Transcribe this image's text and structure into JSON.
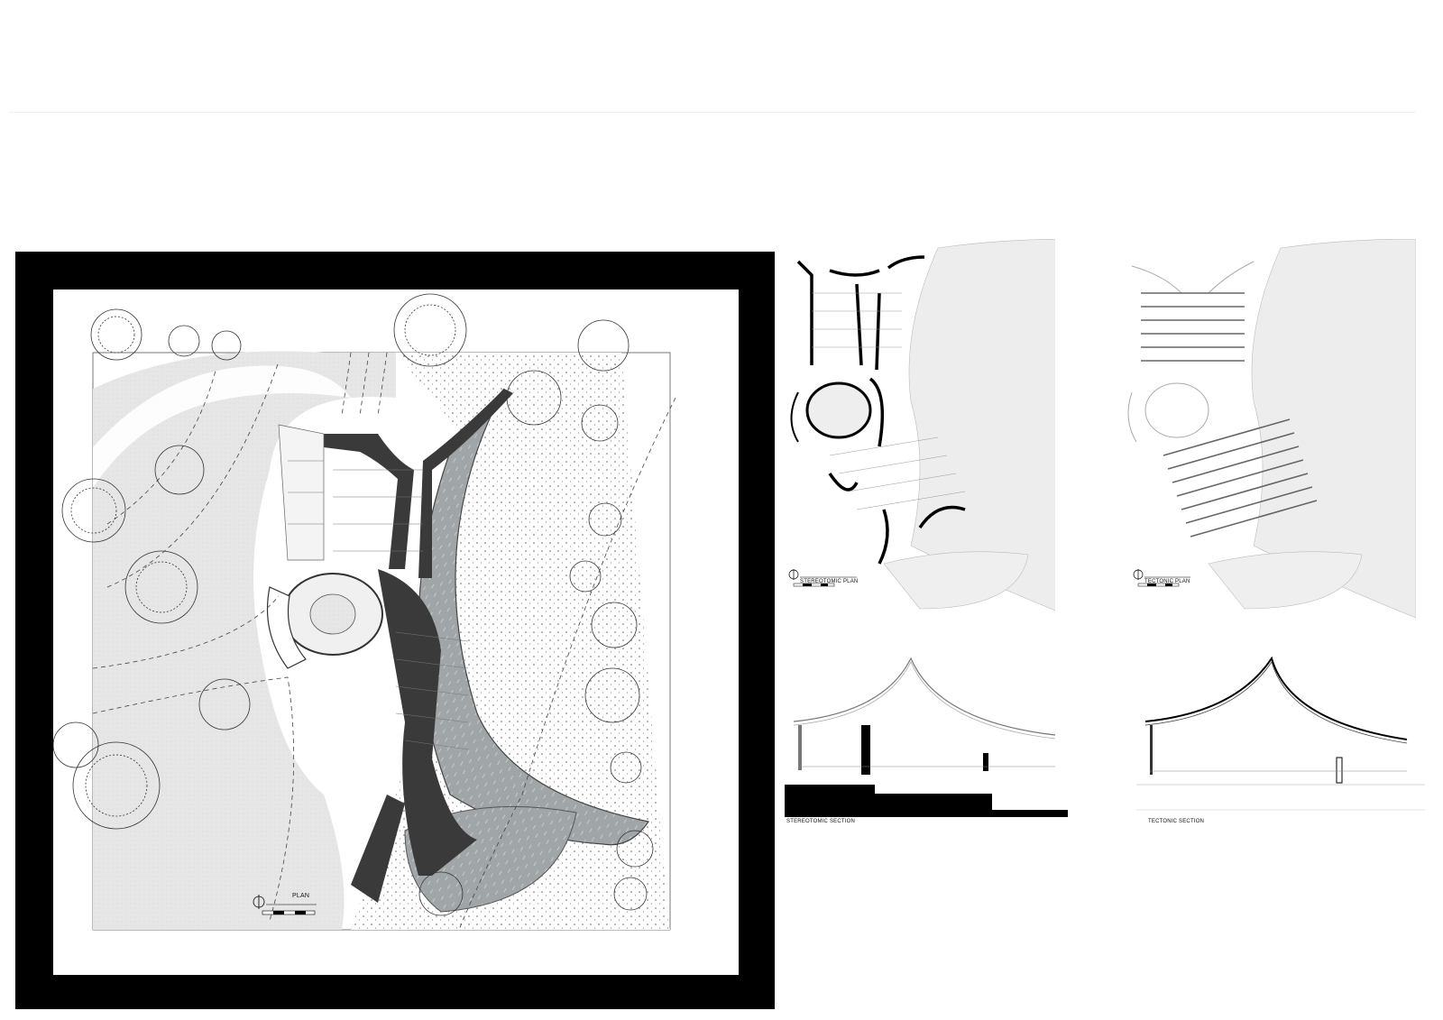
{
  "main_plan": {
    "label": "PLAN"
  },
  "stereotomic_plan": {
    "label": "STEREOTOMIC PLAN"
  },
  "tectonic_plan": {
    "label": "TECTONIC PLAN"
  },
  "stereotomic_section": {
    "label": "STEREOTOMIC SECTION"
  },
  "tectonic_section": {
    "label": "TECTONIC SECTION"
  },
  "colors": {
    "frame": "#000000",
    "pool_water": "#9ea3a6",
    "building_walls": "#3a3a3a",
    "hatch_ground": "#e4e4e4",
    "light_fill": "#eeeeee"
  },
  "icons": [
    "north-arrow-icon",
    "scale-bar-icon",
    "tree-icon"
  ]
}
